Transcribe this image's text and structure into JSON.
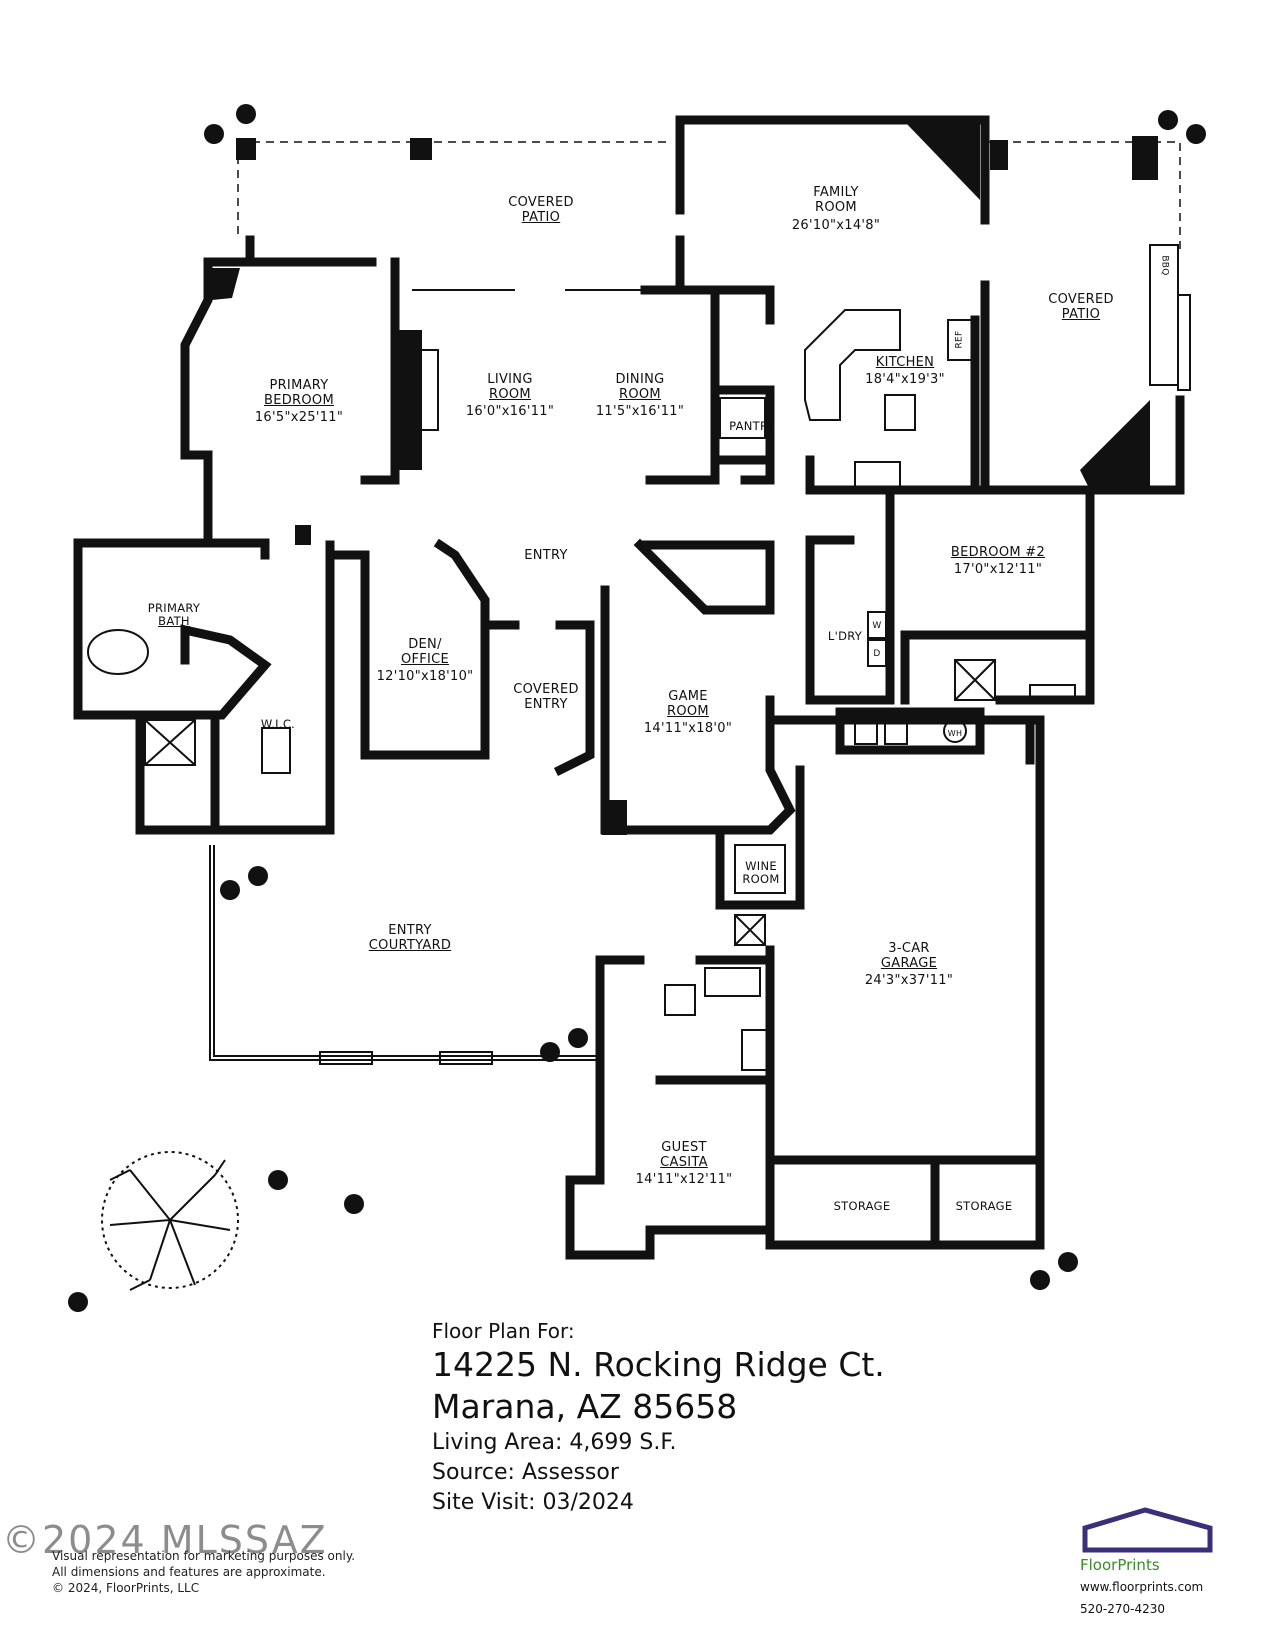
{
  "rooms": [
    {
      "id": "covered-patio-north",
      "name": [
        "COVERED",
        "PATIO"
      ],
      "dims": ""
    },
    {
      "id": "family-room",
      "name": [
        "FAMILY",
        "ROOM"
      ],
      "dims": "26'10\"x14'8\""
    },
    {
      "id": "covered-patio-east",
      "name": [
        "COVERED",
        "PATIO"
      ],
      "dims": ""
    },
    {
      "id": "primary-bedroom",
      "name": [
        "PRIMARY",
        "BEDROOM"
      ],
      "dims": "16'5\"x25'11\""
    },
    {
      "id": "living-room",
      "name": [
        "LIVING",
        "ROOM"
      ],
      "dims": "16'0\"x16'11\""
    },
    {
      "id": "dining-room",
      "name": [
        "DINING",
        "ROOM"
      ],
      "dims": "11'5\"x16'11\""
    },
    {
      "id": "kitchen",
      "name": [
        "KITCHEN"
      ],
      "dims": "18'4\"x19'3\""
    },
    {
      "id": "pantry",
      "name": [
        "PANTRY"
      ],
      "dims": ""
    },
    {
      "id": "entry",
      "name": [
        "ENTRY"
      ],
      "dims": ""
    },
    {
      "id": "bedroom-2",
      "name": [
        "BEDROOM #2"
      ],
      "dims": "17'0\"x12'11\""
    },
    {
      "id": "primary-bath",
      "name": [
        "PRIMARY",
        "BATH"
      ],
      "dims": ""
    },
    {
      "id": "den-office",
      "name": [
        "DEN/",
        "OFFICE"
      ],
      "dims": "12'10\"x18'10\""
    },
    {
      "id": "covered-entry",
      "name": [
        "COVERED",
        "ENTRY"
      ],
      "dims": ""
    },
    {
      "id": "game-room",
      "name": [
        "GAME",
        "ROOM"
      ],
      "dims": "14'11\"x18'0\""
    },
    {
      "id": "laundry",
      "name": [
        "L'DRY"
      ],
      "dims": ""
    },
    {
      "id": "wic",
      "name": [
        "W.I.C."
      ],
      "dims": ""
    },
    {
      "id": "wine-room",
      "name": [
        "WINE",
        "ROOM"
      ],
      "dims": ""
    },
    {
      "id": "entry-courtyard",
      "name": [
        "ENTRY",
        "COURTYARD"
      ],
      "dims": ""
    },
    {
      "id": "garage",
      "name": [
        "3-CAR",
        "GARAGE"
      ],
      "dims": "24'3\"x37'11\""
    },
    {
      "id": "guest-casita",
      "name": [
        "GUEST",
        "CASITA"
      ],
      "dims": "14'11\"x12'11\""
    },
    {
      "id": "storage-1",
      "name": [
        "STORAGE"
      ],
      "dims": ""
    },
    {
      "id": "storage-2",
      "name": [
        "STORAGE"
      ],
      "dims": ""
    }
  ],
  "fixtures": {
    "bbq": "BBQ",
    "ref": "REF",
    "wh": "WH",
    "washer": "W",
    "dryer": "D"
  },
  "info": {
    "heading": "Floor Plan For:",
    "address_line1": "14225 N. Rocking Ridge Ct.",
    "address_line2": "Marana, AZ  85658",
    "living_area": "Living Area:  4,699 S.F.",
    "source": "Source:  Assessor",
    "site_visit": "Site Visit:  03/2024"
  },
  "disclaimer": {
    "line1": "Visual representation for marketing purposes only.",
    "line2": "All dimensions and features are approximate.",
    "line3": "© 2024, FloorPrints, LLC"
  },
  "watermark": "©2024 MLSSAZ",
  "logo": {
    "brand": "FloorPrints",
    "website": "www.floorprints.com",
    "phone": "520-270-4230",
    "colors": {
      "roof": "#3b2f7a",
      "text": "#3a8a2a"
    }
  }
}
